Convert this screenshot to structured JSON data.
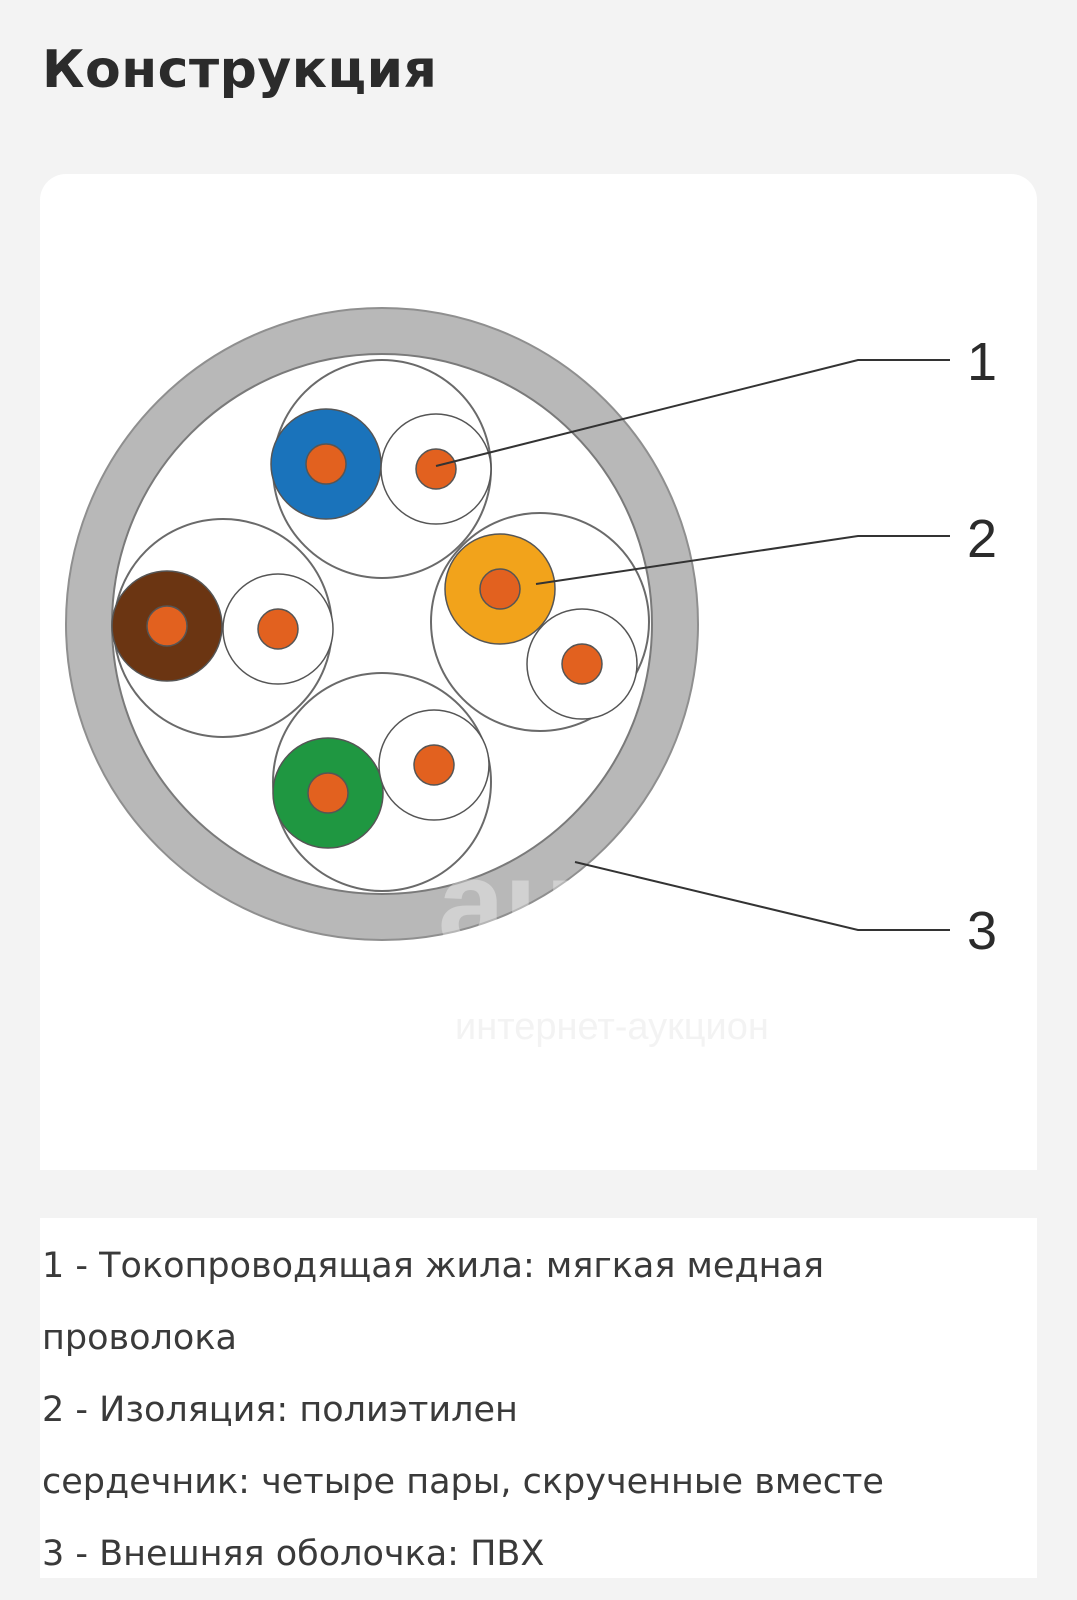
{
  "page": {
    "title": "Конструкция"
  },
  "diagram": {
    "callouts": [
      {
        "number": "1"
      },
      {
        "number": "2"
      },
      {
        "number": "3"
      }
    ],
    "watermark": {
      "logo_text": "au.ru",
      "tagline": "интернет-аукцион"
    },
    "colors": {
      "jacket": "#b8b8b8",
      "conductor": "#e2611f",
      "pairs": [
        "#1a73bb",
        "#6b3512",
        "#f2a31b",
        "#1f9741"
      ]
    }
  },
  "legend": {
    "lines": [
      "1 - Токопроводящая жила: мягкая медная",
      "проволока",
      "2 - Изоляция: полиэтилен",
      "сердечник: четыре пары, скрученные вместе",
      "3 - Внешняя оболочка: ПВХ"
    ]
  }
}
